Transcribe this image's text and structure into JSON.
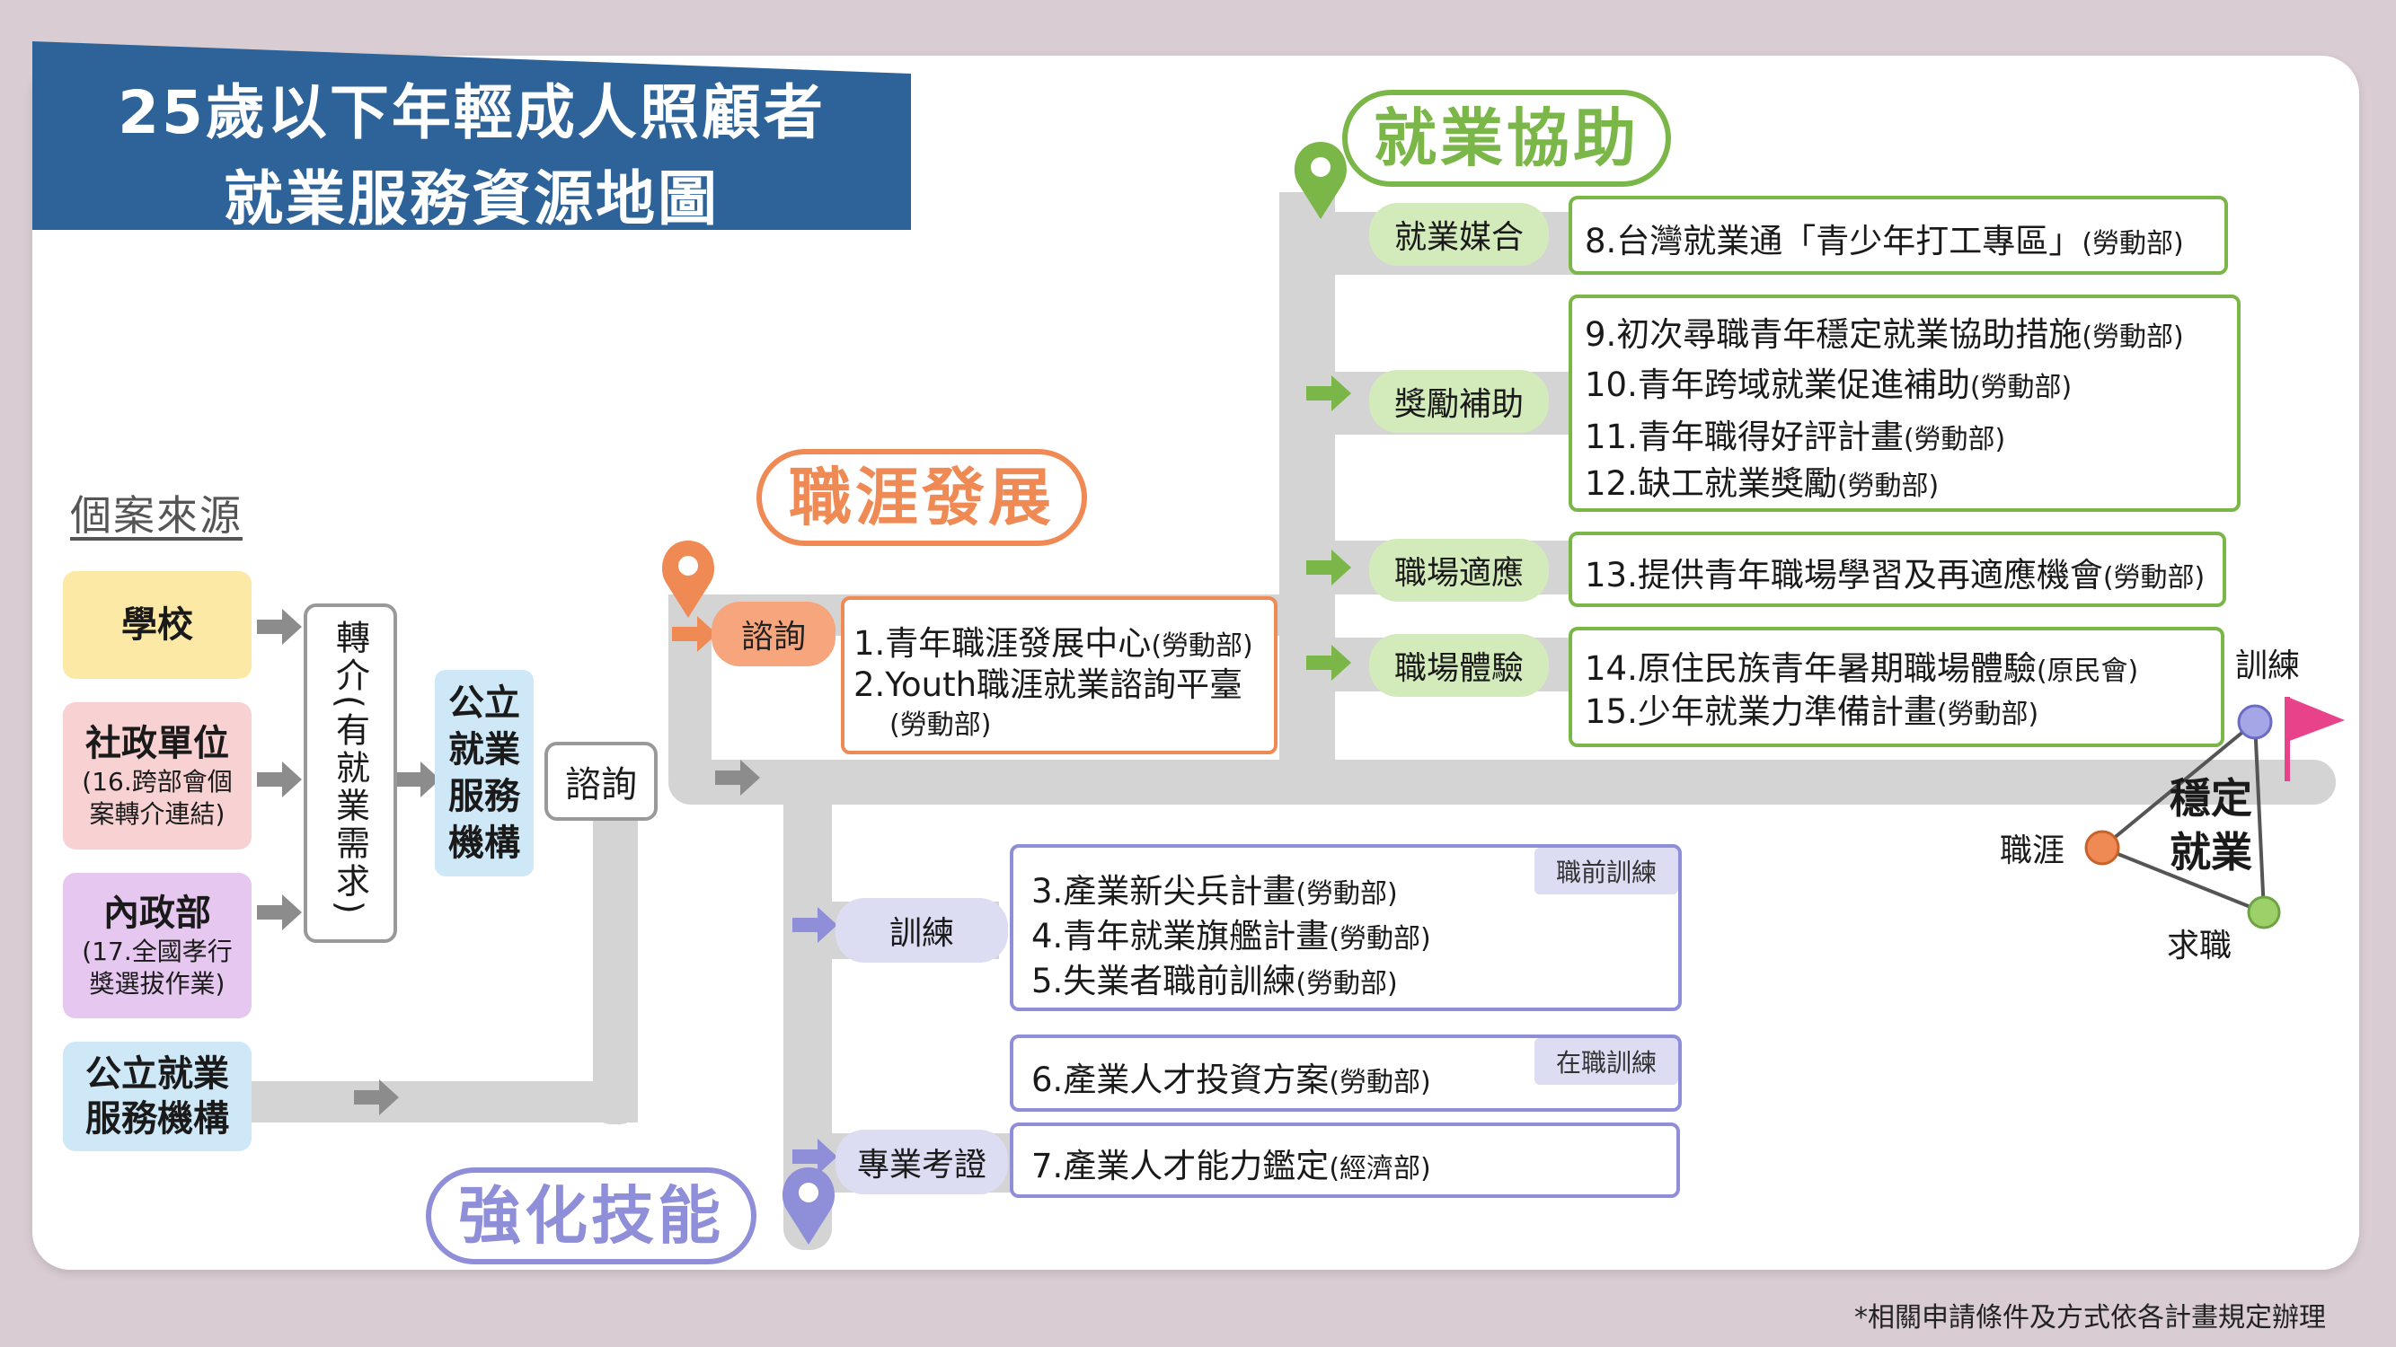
{
  "title": {
    "line1": "25歲以下年輕成人照顧者",
    "line2": "就業服務資源地圖"
  },
  "source_heading": "個案來源",
  "sources": [
    {
      "name": "學校",
      "sub": ""
    },
    {
      "name": "社政單位",
      "sub": "(16.跨部會個案轉介連結)"
    },
    {
      "name": "內政部",
      "sub": "(17.全國孝行獎選拔作業)"
    },
    {
      "name": "公立就業服務機構",
      "sub": ""
    }
  ],
  "referral": "轉介(有就業需求)",
  "public_service": "公立就業服務機構",
  "consult_node": "諮詢",
  "sections": {
    "career": "職涯發展",
    "employment": "就業協助",
    "skills": "強化技能"
  },
  "career_tag": "諮詢",
  "career_items": [
    {
      "text": "1.青年職涯發展中心",
      "dept": "(勞動部)"
    },
    {
      "text": "2.Youth職涯就業諮詢平臺",
      "dept": "(勞動部)"
    }
  ],
  "employment": [
    {
      "tag": "就業媒合",
      "items": [
        {
          "text": "8.台灣就業通「青少年打工專區」",
          "dept": "(勞動部)"
        }
      ]
    },
    {
      "tag": "獎勵補助",
      "items": [
        {
          "text": "9.初次尋職青年穩定就業協助措施",
          "dept": "(勞動部)"
        },
        {
          "text": "10.青年跨域就業促進補助",
          "dept": "(勞動部)"
        },
        {
          "text": "11.青年職得好評計畫",
          "dept": "(勞動部)"
        },
        {
          "text": "12.缺工就業獎勵",
          "dept": "(勞動部)"
        }
      ]
    },
    {
      "tag": "職場適應",
      "items": [
        {
          "text": "13.提供青年職場學習及再適應機會",
          "dept": "(勞動部)"
        }
      ]
    },
    {
      "tag": "職場體驗",
      "items": [
        {
          "text": "14.原住民族青年暑期職場體驗",
          "dept": "(原民會)"
        },
        {
          "text": "15.少年就業力準備計畫",
          "dept": "(勞動部)"
        }
      ]
    }
  ],
  "skills": {
    "training_tag": "訓練",
    "pre_job_label": "職前訓練",
    "pre_job": [
      {
        "text": "3.產業新尖兵計畫",
        "dept": "(勞動部)"
      },
      {
        "text": "4.青年就業旗艦計畫",
        "dept": "(勞動部)"
      },
      {
        "text": "5.失業者職前訓練",
        "dept": "(勞動部)"
      }
    ],
    "on_job_label": "在職訓練",
    "on_job": [
      {
        "text": "6.產業人才投資方案",
        "dept": "(勞動部)"
      }
    ],
    "cert_tag": "專業考證",
    "cert": [
      {
        "text": "7.產業人才能力鑑定",
        "dept": "(經濟部)"
      }
    ]
  },
  "goal": {
    "label": "穩定就業",
    "training": "訓練",
    "career": "職涯",
    "job": "求職"
  },
  "footnote": "*相關申請條件及方式依各計畫規定辦理",
  "colors": {
    "title_bg": "#2e6399",
    "career": "#f08a55",
    "employment": "#7ab648",
    "skills": "#8f8ed8",
    "school": "#fde9a6",
    "social": "#f8d2d3",
    "interior": "#e5c7ef",
    "public": "#cfe8f7",
    "flag": "#e8438a"
  }
}
